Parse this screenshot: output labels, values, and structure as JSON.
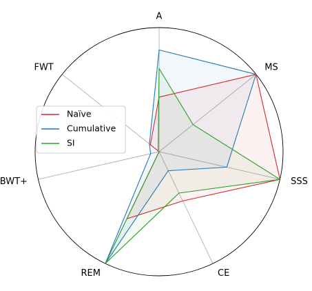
{
  "chart_data": {
    "type": "radar",
    "title": "",
    "axes": [
      "A",
      "MS",
      "SSS",
      "CE",
      "REM",
      "BWT+",
      "FWT"
    ],
    "range": [
      0,
      1
    ],
    "grid": false,
    "legend_position": "left",
    "series": [
      {
        "name": "Naïve",
        "color": "#d62728",
        "values": [
          0.44,
          1.0,
          1.0,
          0.44,
          0.6,
          0.0,
          0.09
        ]
      },
      {
        "name": "Cumulative",
        "color": "#1f77b4",
        "values": [
          0.82,
          1.0,
          0.56,
          0.17,
          1.0,
          0.07,
          0.1
        ]
      },
      {
        "name": "SI",
        "color": "#2ca02c",
        "values": [
          0.67,
          0.35,
          1.0,
          0.37,
          1.0,
          0.0,
          0.01
        ]
      }
    ]
  }
}
